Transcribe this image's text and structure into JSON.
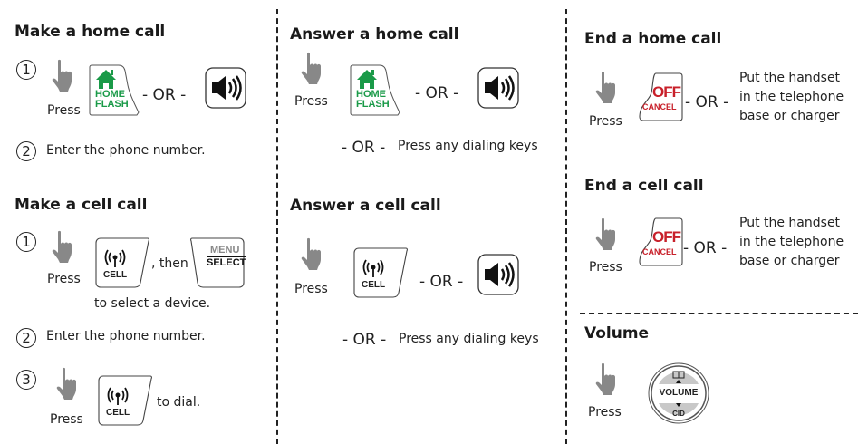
{
  "colors": {
    "home_key": "#1a9a48",
    "off_key": "#c8202a",
    "hand": "#888888",
    "text": "#222222"
  },
  "icons": {
    "hand": "pointing-hand-icon",
    "home": "home-flash-key-icon",
    "speaker": "speaker-key-icon",
    "cell": "cell-key-icon",
    "menu": "menu-select-key-icon",
    "off": "off-cancel-key-icon",
    "volume": "volume-cid-dial-icon"
  },
  "keys": {
    "home_line1": "HOME",
    "home_line2": "FLASH",
    "cell": "CELL",
    "menu": "MENU",
    "select": "SELECT",
    "off": "OFF",
    "cancel": "CANCEL",
    "volume": "VOLUME",
    "cid": "CID"
  },
  "make_home": {
    "title": "Make a home call",
    "step1": "1",
    "press": "Press",
    "or": "- OR -",
    "step2": "2",
    "step2_text": "Enter the phone number."
  },
  "make_cell": {
    "title": "Make a cell call",
    "step1": "1",
    "press": "Press",
    "then": ", then",
    "select_device": "to select a device.",
    "step2": "2",
    "step2_text": "Enter the phone number.",
    "step3": "3",
    "press3": "Press",
    "to_dial": "to dial."
  },
  "answer_home": {
    "title": "Answer a home call",
    "press": "Press",
    "or": "- OR -",
    "or2": "- OR -",
    "dialing": "Press any dialing keys"
  },
  "answer_cell": {
    "title": "Answer a cell call",
    "press": "Press",
    "or": "- OR -",
    "or2": "- OR -",
    "dialing": "Press any dialing keys"
  },
  "end_home": {
    "title": "End a home call",
    "press": "Press",
    "or": "- OR -",
    "alt_lines": [
      "Put the handset",
      "in the telephone",
      "base or charger"
    ]
  },
  "end_cell": {
    "title": "End a cell call",
    "press": "Press",
    "or": "- OR -",
    "alt_lines": [
      "Put the handset",
      "in the telephone",
      "base or charger"
    ]
  },
  "volume": {
    "title": "Volume",
    "press": "Press"
  }
}
